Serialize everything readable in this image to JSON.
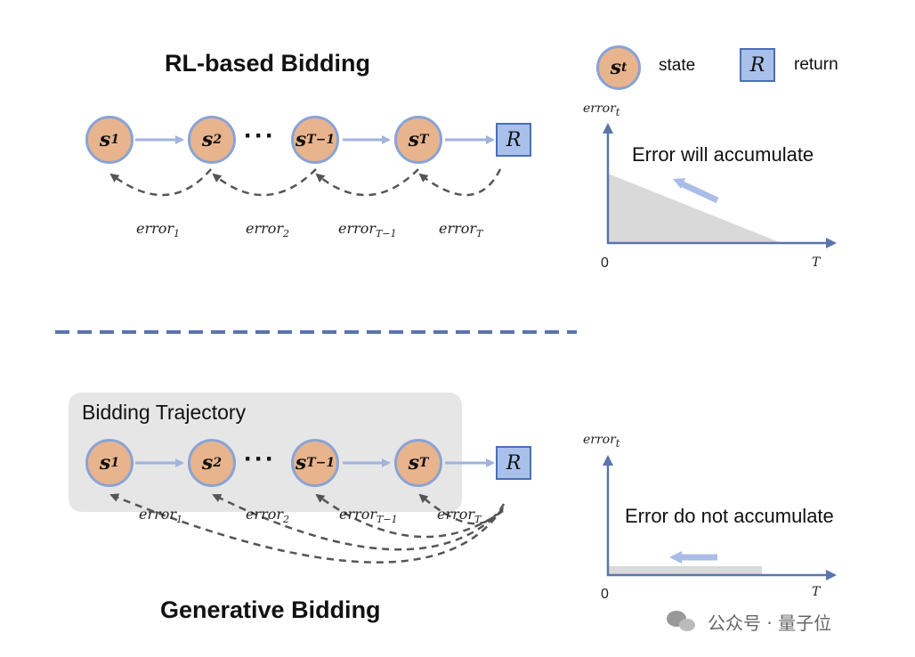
{
  "top_title": "RL-based Bidding",
  "bottom_title": "Generative Bidding",
  "legend": {
    "state_symbol": "s",
    "state_sub": "t",
    "state_label": "state",
    "return_symbol": "R",
    "return_label": "return"
  },
  "states": [
    {
      "symbol": "s",
      "sub": "1"
    },
    {
      "symbol": "s",
      "sub": "2"
    },
    {
      "symbol": "s",
      "sub": "T−1"
    },
    {
      "symbol": "s",
      "sub": "T"
    }
  ],
  "ellipsis": "···",
  "return_symbol": "R",
  "errors": [
    {
      "text": "error",
      "sub": "1"
    },
    {
      "text": "error",
      "sub": "2"
    },
    {
      "text": "error",
      "sub": "T−1"
    },
    {
      "text": "error",
      "sub": "T"
    }
  ],
  "trajectory_label": "Bidding Trajectory",
  "plot_top": {
    "y_label": "error",
    "y_sub": "t",
    "x_label": "T",
    "origin": "0",
    "caption": "Error will accumulate"
  },
  "plot_bottom": {
    "y_label": "error",
    "y_sub": "t",
    "x_label": "T",
    "origin": "0",
    "caption": "Error do not accumulate"
  },
  "watermark": "公众号 · 量子位",
  "colors": {
    "node_fill": "#e8b48e",
    "node_border": "#8aa3d4",
    "arrow": "#9fb3dc",
    "return_fill": "#a9c1ea",
    "divider": "#5a75ad",
    "area": "#d9d9d9"
  }
}
